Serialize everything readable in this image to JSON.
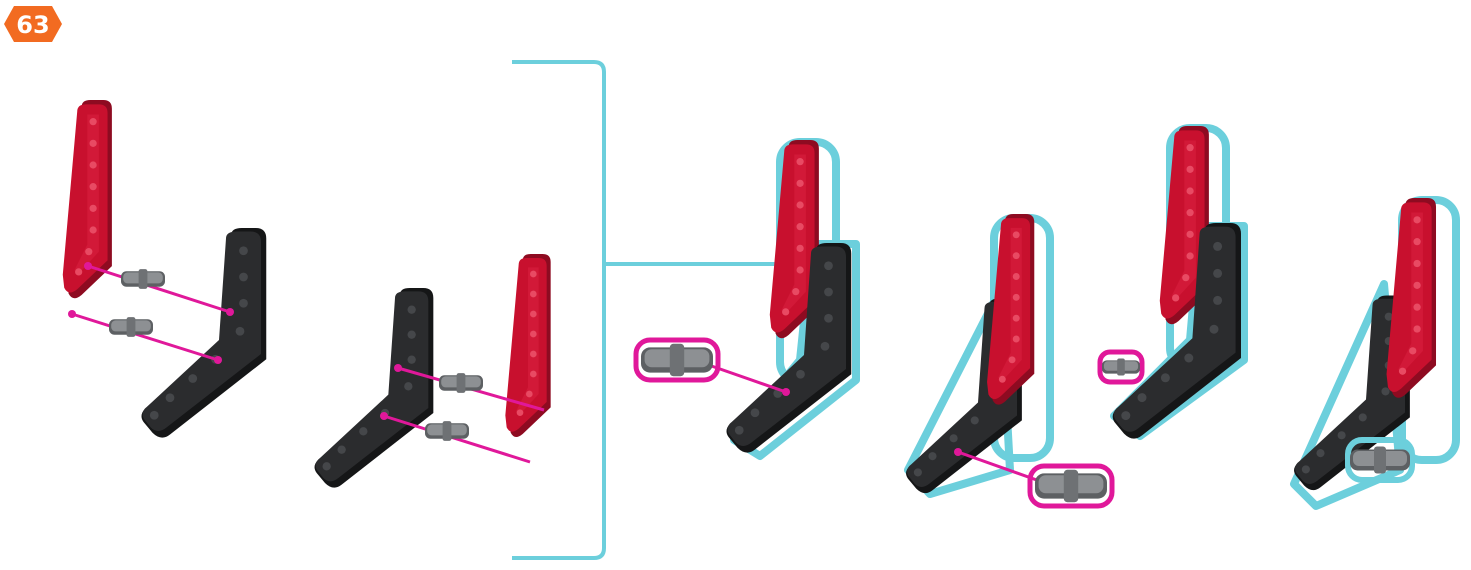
{
  "step": {
    "number": "63",
    "badge_color": "#f26b21"
  },
  "colors": {
    "red_beam": "#c8102e",
    "red_beam_dark": "#8e0b21",
    "red_beam_face": "#d81f40",
    "black_beam": "#2b2c2e",
    "black_beam_dark": "#151617",
    "black_beam_face": "#3a3b3e",
    "pin": "#8d9093",
    "pin_dark": "#5d6063",
    "guide_line": "#e0189a",
    "highlight_outline": "#6ccfdc",
    "bracket": "#6ccfdc"
  },
  "parts": {
    "left_group": [
      "red-bent-beam",
      "black-bent-beam",
      "connector-pin",
      "connector-pin"
    ],
    "right_group": [
      "black-bent-beam",
      "red-bent-beam",
      "connector-pin",
      "connector-pin"
    ]
  },
  "detail_steps": 4
}
